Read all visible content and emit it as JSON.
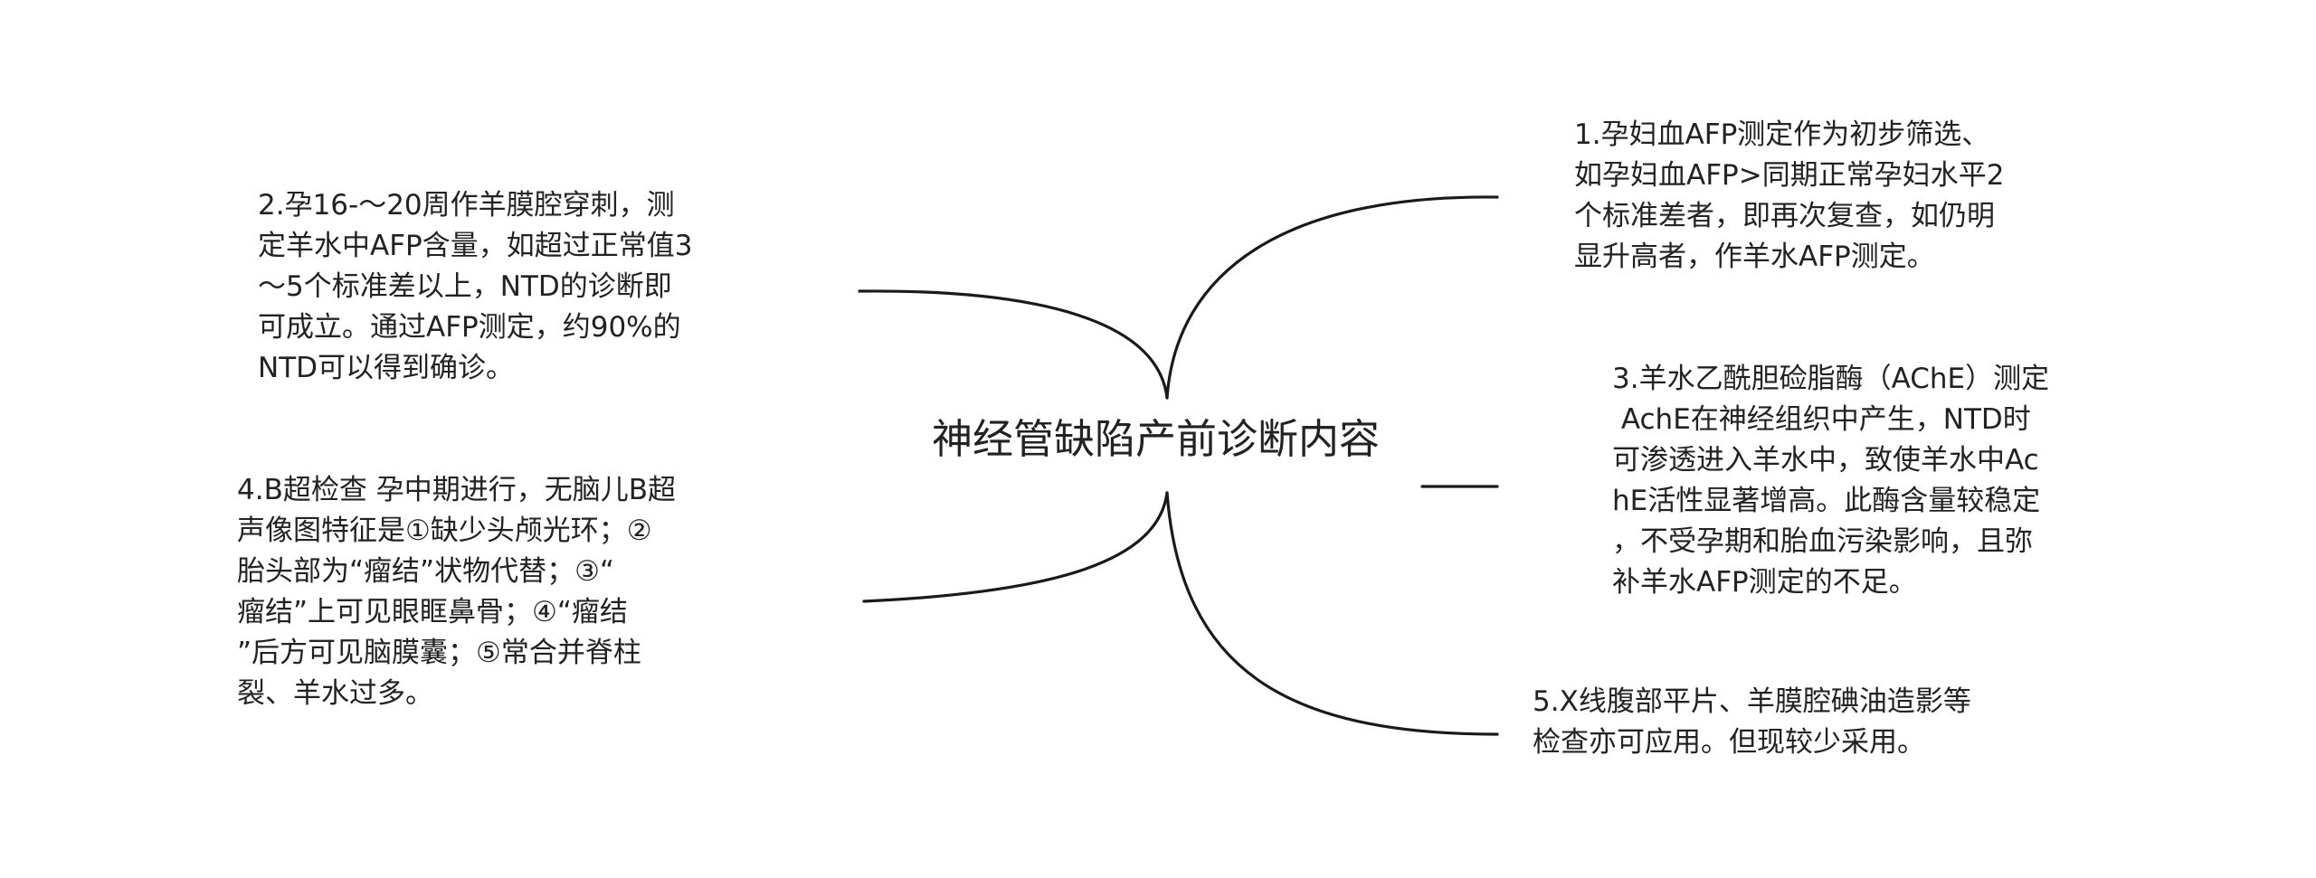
{
  "diagram": {
    "type": "mind-map",
    "center_topic": "神经管缺陷产前诊断内容",
    "branches": [
      {
        "id": "1",
        "side": "right",
        "lines": [
          "1.孕妇血AFP测定作为初步筛选、",
          "如孕妇血AFP>同期正常孕妇水平2",
          "个标准差者，即再次复查，如仍明",
          "显升高者，作羊水AFP测定。"
        ]
      },
      {
        "id": "2",
        "side": "left",
        "lines": [
          "2.孕16-～20周作羊膜腔穿刺，测",
          "定羊水中AFP含量，如超过正常值3",
          "～5个标准差以上，NTD的诊断即",
          "可成立。通过AFP测定，约90%的",
          "NTD可以得到确诊。"
        ]
      },
      {
        "id": "3",
        "side": "right",
        "lines": [
          "3.羊水乙酰胆硷脂酶（AChE）测定",
          " AchE在神经组织中产生，NTD时",
          "可渗透进入羊水中，致使羊水中Ac",
          "hE活性显著增高。此酶含量较稳定",
          "，不受孕期和胎血污染影响，且弥",
          "补羊水AFP测定的不足。"
        ]
      },
      {
        "id": "4",
        "side": "left",
        "lines": [
          "4.B超检查 孕中期进行，无脑儿B超",
          "声像图特征是①缺少头颅光环；②",
          "胎头部为“瘤结”状物代替；③“",
          "瘤结”上可见眼眶鼻骨；④“瘤结",
          "”后方可见脑膜囊；⑤常合并脊柱",
          "裂、羊水过多。"
        ]
      },
      {
        "id": "5",
        "side": "right",
        "lines": [
          "5.X线腹部平片、羊膜腔碘油造影等",
          "检查亦可应用。但现较少采用。"
        ]
      }
    ]
  }
}
